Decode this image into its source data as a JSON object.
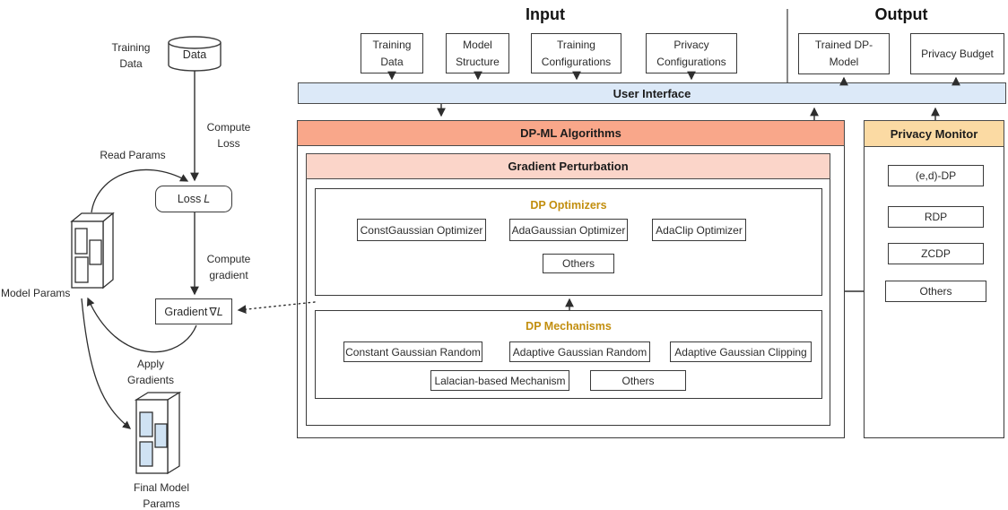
{
  "left_flow": {
    "training_data_label": "Training Data",
    "data_store_label": "Data",
    "compute_loss_label": "Compute Loss",
    "read_params_label": "Read Params",
    "loss_box": {
      "prefix": "Loss",
      "symbol": "L"
    },
    "compute_gradient_label": "Compute gradient",
    "gradient_box": {
      "prefix": "Gradient",
      "nabla": "∇",
      "symbol": "L"
    },
    "model_params_label": "Model Params",
    "apply_gradients_label": "Apply Gradients",
    "final_model_params_label": "Final Model Params"
  },
  "input_section": {
    "title": "Input",
    "boxes": [
      "Training Data",
      "Model Structure",
      "Training Configurations",
      "Privacy Configurations"
    ]
  },
  "output_section": {
    "title": "Output",
    "boxes": [
      "Trained DP-Model",
      "Privacy Budget"
    ]
  },
  "ui_bar": {
    "label": "User Interface"
  },
  "dpml": {
    "title": "DP-ML Algorithms",
    "gradient_perturbation": {
      "title": "Gradient Perturbation",
      "dp_optimizers": {
        "title": "DP Optimizers",
        "items": [
          "ConstGaussian Optimizer",
          "AdaGaussian Optimizer",
          "AdaClip Optimizer",
          "Others"
        ]
      },
      "dp_mechanisms": {
        "title": "DP Mechanisms",
        "items": [
          "Constant Gaussian Random",
          "Adaptive Gaussian Random",
          "Adaptive Gaussian Clipping",
          "Lalacian-based Mechanism",
          "Others"
        ]
      }
    }
  },
  "privacy_monitor": {
    "title": "Privacy Monitor",
    "items": [
      "(e,d)-DP",
      "RDP",
      "ZCDP",
      "Others"
    ]
  },
  "colors": {
    "ui_bar_fill": "#dce9f8",
    "dpml_header_fill": "#f9a78a",
    "gradient_perturbation_header_fill": "#fbd5c9",
    "privacy_monitor_header_fill": "#fbdaa3",
    "section_label_gold": "#c28e0e",
    "final_params_fill": "#cfe2f3"
  }
}
